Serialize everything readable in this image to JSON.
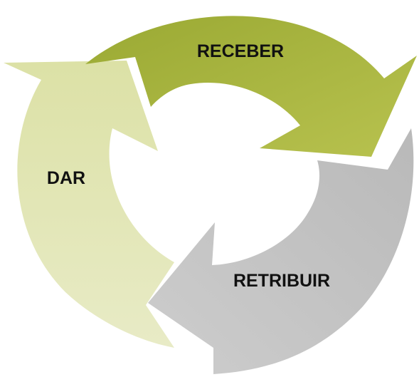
{
  "diagram": {
    "type": "cycle",
    "steps": [
      {
        "id": "receber",
        "label": "RECEBER",
        "color": "#a8b43c"
      },
      {
        "id": "retribuir",
        "label": "RETRIBUIR",
        "color": "#c2c2c2"
      },
      {
        "id": "dar",
        "label": "DAR",
        "color": "#e1e5b5"
      }
    ],
    "background": "#ffffff"
  }
}
